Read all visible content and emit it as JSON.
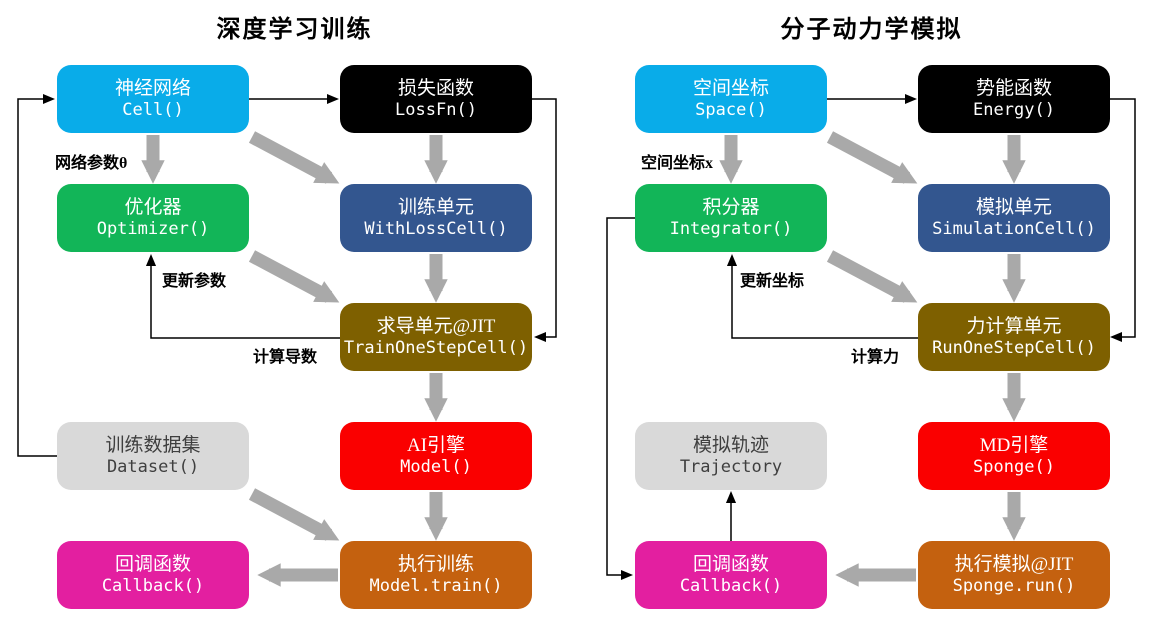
{
  "titles": {
    "left": "深度学习训练",
    "right": "分子动力学模拟"
  },
  "left_diagram": {
    "boxes": {
      "cell": {
        "zh": "神经网络",
        "code": "Cell()"
      },
      "lossfn": {
        "zh": "损失函数",
        "code": "LossFn()"
      },
      "optimizer": {
        "zh": "优化器",
        "code": "Optimizer()"
      },
      "withloss": {
        "zh": "训练单元",
        "code": "WithLossCell()"
      },
      "trainonestep": {
        "zh": "求导单元@JIT",
        "code": "TrainOneStepCell()"
      },
      "dataset": {
        "zh": "训练数据集",
        "code": "Dataset()"
      },
      "model": {
        "zh": "AI引擎",
        "code": "Model()"
      },
      "callback": {
        "zh": "回调函数",
        "code": "Callback()"
      },
      "modeltrain": {
        "zh": "执行训练",
        "code": "Model.train()"
      }
    },
    "labels": {
      "network_params": "网络参数θ",
      "update_params": "更新参数",
      "compute_grad": "计算导数"
    }
  },
  "right_diagram": {
    "boxes": {
      "space": {
        "zh": "空间坐标",
        "code": "Space()"
      },
      "energy": {
        "zh": "势能函数",
        "code": "Energy()"
      },
      "integrator": {
        "zh": "积分器",
        "code": "Integrator()"
      },
      "simcell": {
        "zh": "模拟单元",
        "code": "SimulationCell()"
      },
      "runonestep": {
        "zh": "力计算单元",
        "code": "RunOneStepCell()"
      },
      "trajectory": {
        "zh": "模拟轨迹",
        "code": "Trajectory"
      },
      "sponge": {
        "zh": "MD引擎",
        "code": "Sponge()"
      },
      "callback": {
        "zh": "回调函数",
        "code": "Callback()"
      },
      "spongerun": {
        "zh": "执行模拟@JIT",
        "code": "Sponge.run()"
      }
    },
    "labels": {
      "space_coord": "空间坐标x",
      "update_coord": "更新坐标",
      "compute_force": "计算力"
    }
  },
  "colors": {
    "cyan": "#09ACE9",
    "black": "#000000",
    "green": "#12B558",
    "blue": "#33568F",
    "olive": "#7E6000",
    "gray_box": "#D9D9D9",
    "red": "#FA0000",
    "magenta": "#E31FA0",
    "orange": "#C4610F",
    "thick_arrow_gray": "#A9A9A9",
    "thin_line_black": "#000000"
  }
}
